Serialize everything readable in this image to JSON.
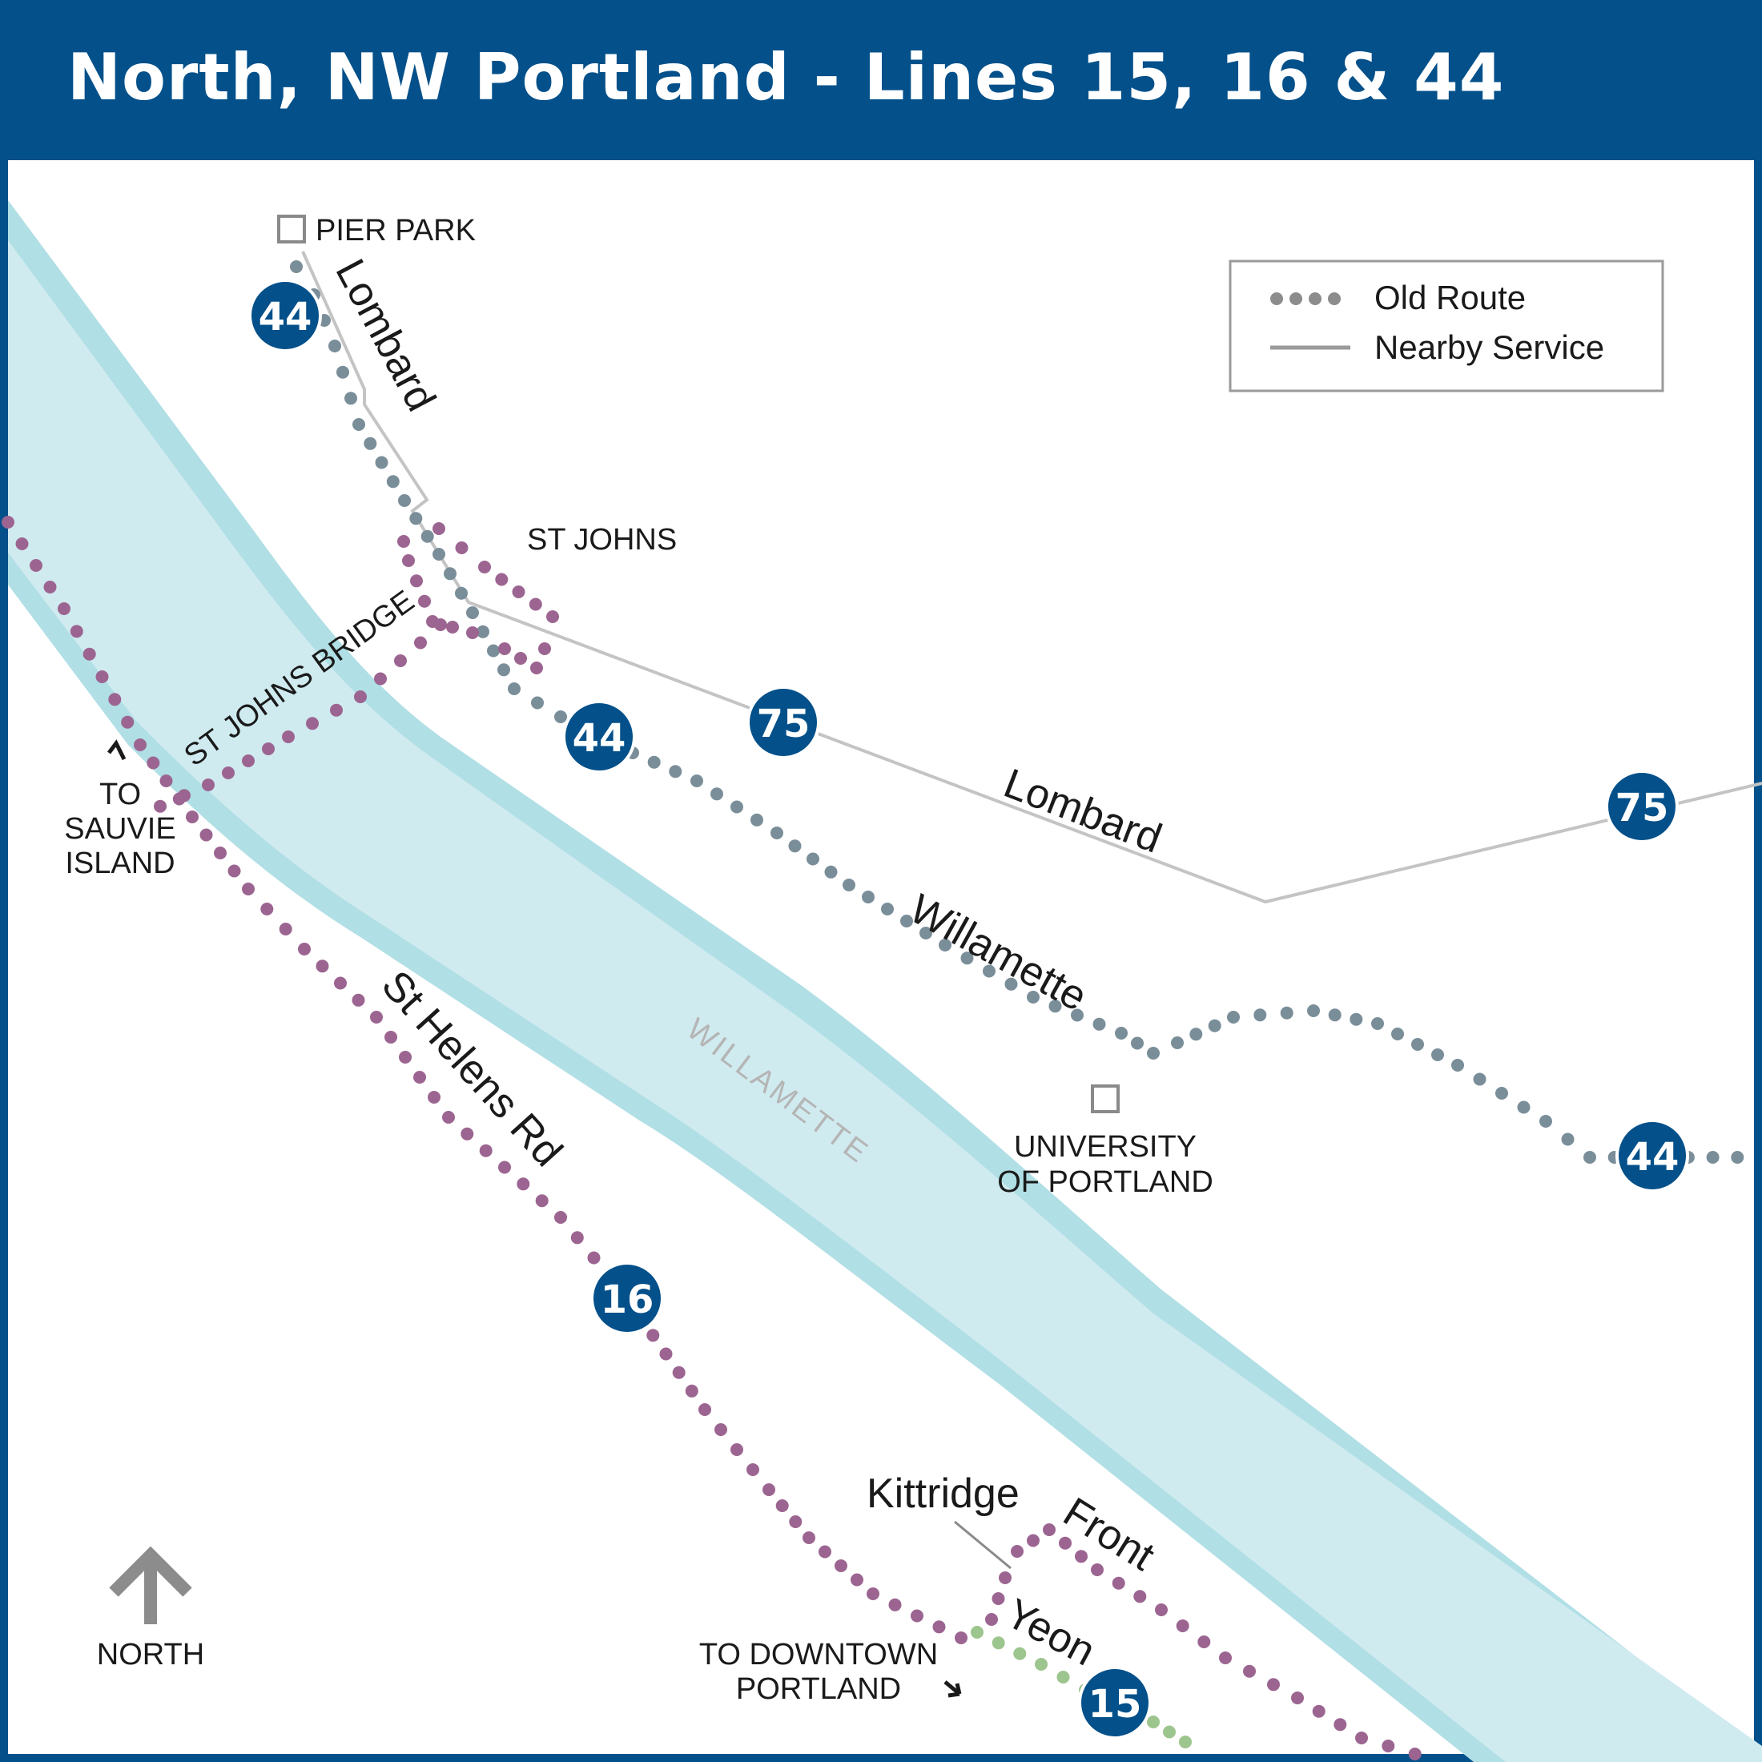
{
  "title": "North, NW Portland - Lines 15, 16 & 44",
  "legend": {
    "old_route": "Old Route",
    "nearby_service": "Nearby Service"
  },
  "labels": {
    "pier_park": "PIER PARK",
    "st_johns": "ST JOHNS",
    "st_johns_bridge": "ST JOHNS BRIDGE",
    "to_sauvie_1": "TO",
    "to_sauvie_2": "SAUVIE",
    "to_sauvie_3": "ISLAND",
    "university_1": "UNIVERSITY",
    "university_2": "OF PORTLAND",
    "river": "WILLAMETTE",
    "to_downtown_1": "TO DOWNTOWN",
    "to_downtown_2": "PORTLAND",
    "north": "NORTH"
  },
  "streets": {
    "lombard_vertical": "Lombard",
    "lombard": "Lombard",
    "willamette": "Willamette",
    "st_helens": "St Helens Rd",
    "kittridge": "Kittridge",
    "front": "Front",
    "yeon": "Yeon"
  },
  "badges": {
    "line44_a": "44",
    "line44_b": "44",
    "line44_c": "44",
    "line75_a": "75",
    "line75_b": "75",
    "line16": "16",
    "line15": "15"
  },
  "colors": {
    "header": "#03508a",
    "badge": "#03508a",
    "river_edge": "#b0dfe5",
    "river_fill": "#d0ebf0",
    "line44": "#7a8e99",
    "line16": "#9c6591",
    "line15": "#9dc58e",
    "nearby_service": "#c4c4c4"
  }
}
